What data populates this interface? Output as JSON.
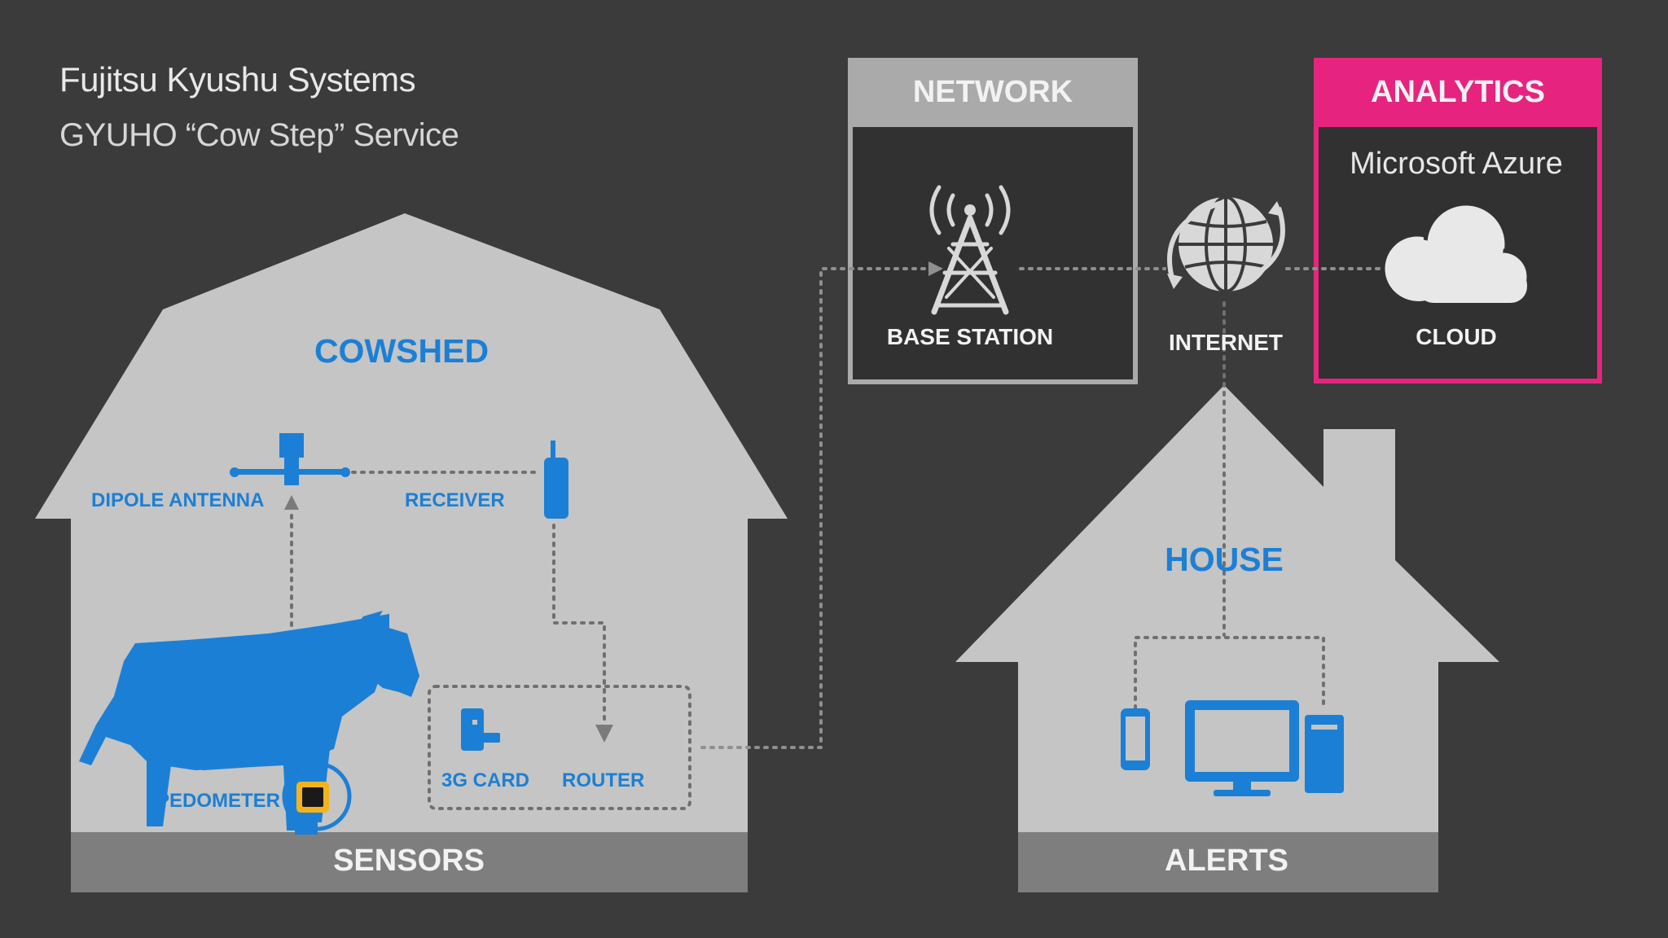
{
  "header": {
    "company": "Fujitsu Kyushu Systems",
    "service": "GYUHO “Cow Step” Service"
  },
  "cowshed": {
    "title": "COWSHED",
    "dipole_antenna": "DIPOLE ANTENNA",
    "receiver": "RECEIVER",
    "pedometer": "PEDOMETER",
    "card_3g": "3G CARD",
    "router": "ROUTER",
    "footer": "SENSORS"
  },
  "network": {
    "header": "NETWORK",
    "base_station": "BASE STATION"
  },
  "internet": {
    "label": "INTERNET"
  },
  "analytics": {
    "header": "ANALYTICS",
    "provider": "Microsoft Azure",
    "cloud": "CLOUD"
  },
  "house": {
    "title": "HOUSE",
    "footer": "ALERTS"
  },
  "colors": {
    "background": "#3a3b3a",
    "building": "#c4c5c4",
    "accent_blue": "#1c7fd6",
    "analytics_magenta": "#e6247f",
    "footer_band": "#7d7e7d",
    "pedometer_yellow": "#f2b41c"
  }
}
